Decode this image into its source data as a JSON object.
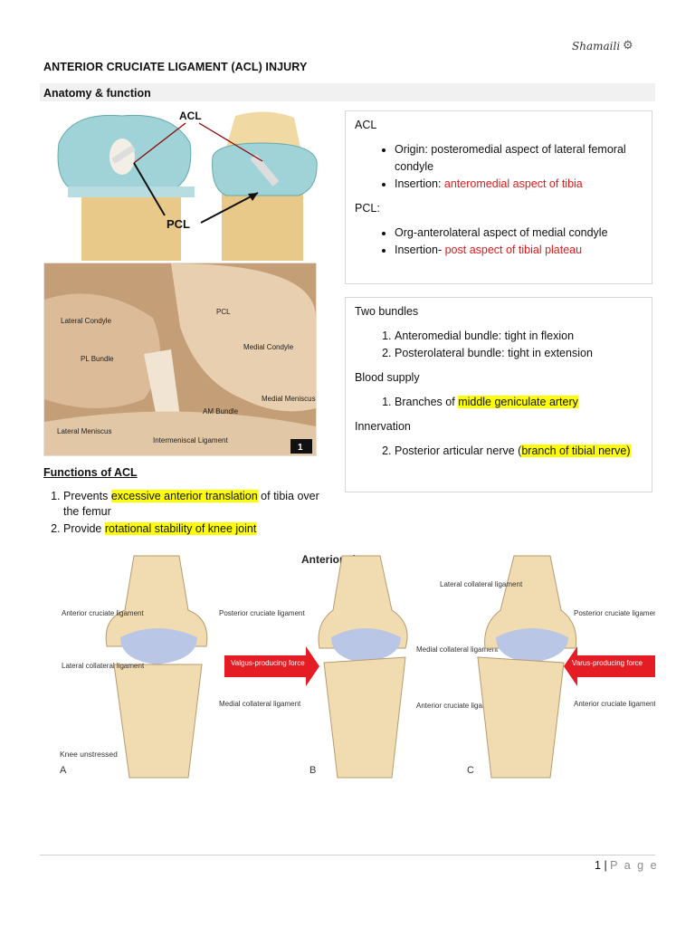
{
  "header": {
    "signature": "Shamaili",
    "title": "ANTERIOR CRUCIATE LIGAMENT (ACL) INJURY"
  },
  "section": {
    "title": "Anatomy & function"
  },
  "figure1": {
    "acl_label": "ACL",
    "pcl_label": "PCL"
  },
  "figure2": {
    "labels": [
      "PCL",
      "Lateral Condyle",
      "Medial Condyle",
      "PL Bundle",
      "AM Bundle",
      "Medial Meniscus",
      "Lateral Meniscus",
      "Intermeniscal Ligament"
    ],
    "number": "1"
  },
  "panel_ligaments": {
    "acl_heading": "ACL",
    "acl_origin": "Origin: posteromedial aspect of lateral femoral condyle",
    "acl_insertion_prefix": "Insertion: ",
    "acl_insertion_value": "anteromedial aspect of tibia",
    "pcl_heading": "PCL:",
    "pcl_origin": "Org-anterolateral aspect of medial condyle",
    "pcl_insertion_prefix": "Insertion- ",
    "pcl_insertion_value": "post aspect of tibial plateau"
  },
  "panel_bundles": {
    "heading": "Two bundles",
    "bundles": [
      "Anteromedial bundle: tight in flexion",
      "Posterolateral bundle: tight in extension"
    ],
    "blood_heading": "Blood supply",
    "blood_prefix": "Branches of ",
    "blood_highlight": "middle geniculate artery",
    "innervation_heading": "Innervation",
    "innervation_prefix": "Posterior articular nerve (",
    "innervation_highlight": "branch of tibial nerve)"
  },
  "functions": {
    "title": "Functions of ACL",
    "item1_prefix": "Prevents ",
    "item1_highlight": "excessive anterior translation",
    "item1_suffix": " of tibia over the femur",
    "item2_prefix": "Provide ",
    "item2_highlight": "rotational stability of knee joint"
  },
  "figure3": {
    "title": "Anterior view",
    "a_anterior": "Anterior cruciate ligament",
    "a_posterior": "Posterior cruciate ligament",
    "a_lateral": "Lateral collateral ligament",
    "a_medial": "Medial collateral ligament",
    "a_caption": "Knee unstressed",
    "b_medial": "Medial collateral ligament",
    "b_anterior": "Anterior cruciate ligament",
    "b_force": "Valgus-producing force",
    "c_lateral": "Lateral collateral ligament",
    "c_posterior": "Posterior cruciate ligament",
    "c_anterior": "Anterior cruciate ligament",
    "c_force": "Varus-producing force",
    "letters": [
      "A",
      "B",
      "C"
    ]
  },
  "footer": {
    "page_number": "1",
    "separator": "|",
    "page_word": "P a g e"
  }
}
